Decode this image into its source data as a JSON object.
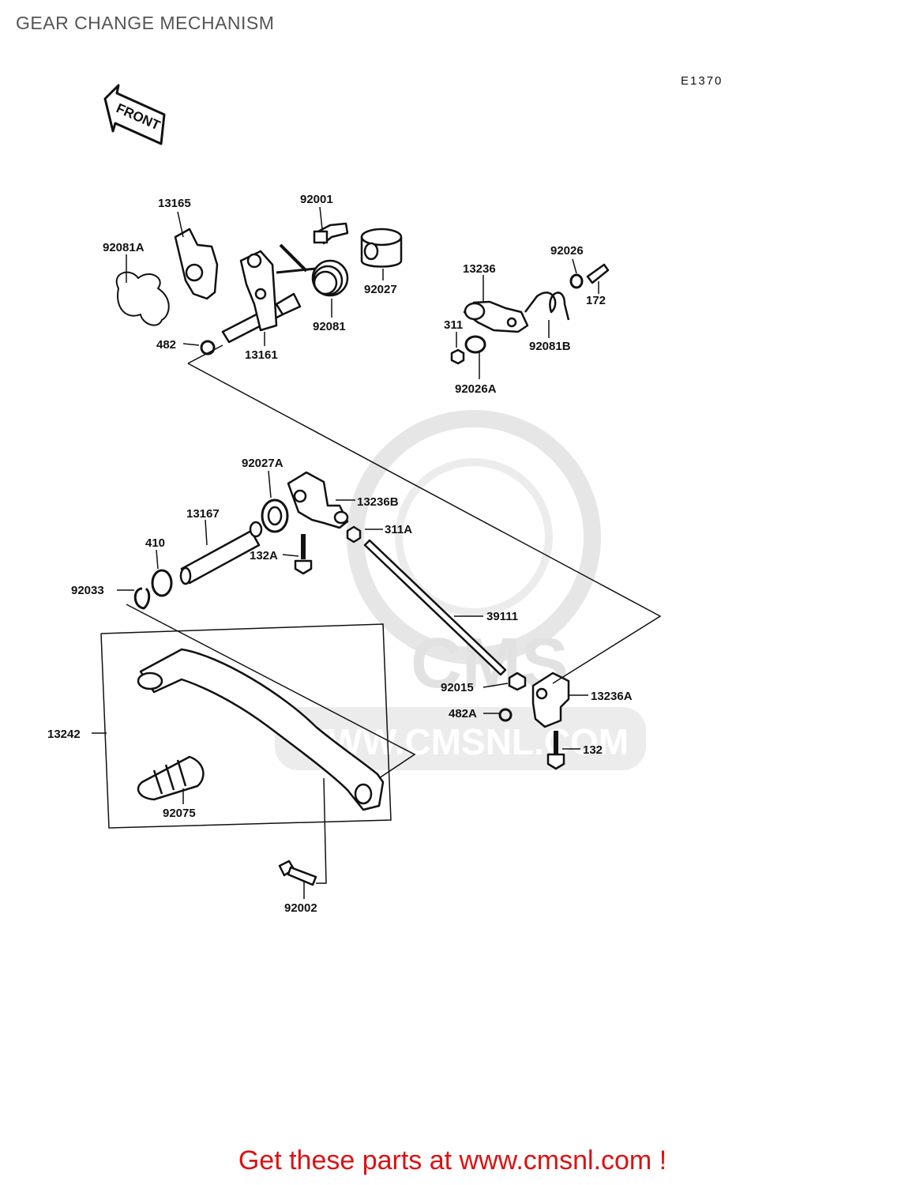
{
  "header": {
    "title": "GEAR CHANGE MECHANISM",
    "diagram_code": "E1370"
  },
  "front_marker": {
    "label": "FRONT",
    "icon": "arrow-left-icon"
  },
  "watermark": {
    "logo_text": "CMS",
    "url_text": "WWW.CMSNL.COM"
  },
  "part_labels": {
    "p13165": "13165",
    "p92001": "92001",
    "p92081A": "92081A",
    "p92027": "92027",
    "p92081": "92081",
    "p482": "482",
    "p13161": "13161",
    "p13236": "13236",
    "p92026": "92026",
    "p172": "172",
    "p311": "311",
    "p92081B": "92081B",
    "p92026A": "92026A",
    "p92027A": "92027A",
    "p13236B": "13236B",
    "p13167": "13167",
    "p311A": "311A",
    "p410": "410",
    "p132A": "132A",
    "p92033": "92033",
    "p39111": "39111",
    "p92015": "92015",
    "p13236A": "13236A",
    "p482A": "482A",
    "p13242": "13242",
    "p132": "132",
    "p92075": "92075",
    "p92002": "92002"
  },
  "footer": {
    "text": "Get these parts at www.cmsnl.com !",
    "color": "#dd1111"
  }
}
